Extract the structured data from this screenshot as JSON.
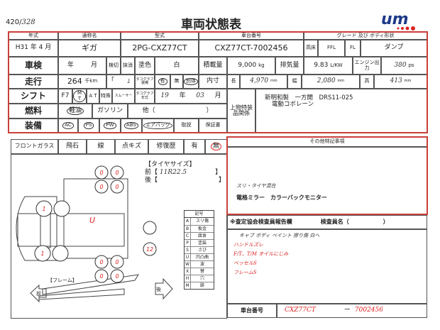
{
  "header": {
    "ref_printed": "420/",
    "ref_hand": "328",
    "title": "車両状態表",
    "logo_text": "um"
  },
  "colors": {
    "frame": "#c9403a",
    "ink_red": "#d22222"
  },
  "top": {
    "h_year": "年式",
    "h_name": "通称名",
    "h_model": "型式",
    "h_chassis": "車台番号",
    "h_grade": "グレード 及び ボディ形状",
    "year": "H31 年 4 月",
    "name": "ギガ",
    "model": "2PG-CXZ77CT",
    "chassis": "CXZ77CT-7002456",
    "takayuka": "高床",
    "ffl": "FFL",
    "fl": "FL",
    "body": "ダンプ",
    "inspection": {
      "label": "車検",
      "year": "年",
      "month": "月",
      "kengiri": "検切",
      "massho": "抹消",
      "color_label": "塗色",
      "color": "白",
      "load_label": "積載量",
      "load": "9,000",
      "load_unit": "kg",
      "disp_label": "排気量",
      "disp": "9.83",
      "disp_unit": "L/KW",
      "power_label": "エンジン出力",
      "power": "380",
      "power_unit": "ps"
    },
    "mileage": {
      "label": "走行",
      "value": "264",
      "unit": "千km",
      "bracket": "「　　」",
      "tacho_label": "タコグラフ装備",
      "ari": "有",
      "nashi": "無",
      "betsu": "別体",
      "inner_label": "内寸",
      "len_label": "長",
      "len": "4,970",
      "wid_label": "幅",
      "wid": "2,080",
      "hei_label": "高",
      "hei": "413",
      "mm": "mm"
    },
    "shift": {
      "label": "シフト",
      "f": "F7",
      "mt": "M T",
      "at": "A T",
      "special": "特殊",
      "smoother": "スムーサー",
      "tacho_year_label": "タコグラフ年式",
      "tacho_year": "19",
      "year": "年",
      "tacho_month": "03",
      "month": "月"
    },
    "fuel": {
      "label": "燃料",
      "diesel": "軽油",
      "gasoline": "ガソリン",
      "other": "他（　　　　　　　　）"
    },
    "equip": {
      "label": "装備",
      "items": [
        "AC",
        "PS",
        "PW",
        "ABS",
        "エアバッグ",
        "取説",
        "保証書"
      ]
    },
    "upper": {
      "label": "上物特装品関係",
      "line1": "新明和製　一方開　DRS11-025",
      "line2": "電動コボレーン"
    }
  },
  "glass": {
    "label": "フロントガラス",
    "chip": "飛石",
    "line": "線",
    "point": "点キズ",
    "repair": "修復歴",
    "ari": "有",
    "nashi": "無"
  },
  "diagram": {
    "tire_title": "【タイヤサイズ】",
    "front_label": "前【",
    "front": "11R22.5",
    "rear_label": "後【",
    "close": "】",
    "body_mark": "U",
    "frame_title": "【フレーム】",
    "front_arrow": "前",
    "rear_arrow": "後",
    "tire_marks": [
      "0",
      "0",
      "0",
      "0",
      "1",
      "12",
      "1",
      "0",
      "0",
      "0",
      "0"
    ],
    "legend_title": "記号",
    "legend": [
      [
        "A",
        "スリ傷"
      ],
      [
        "B",
        "板金"
      ],
      [
        "C",
        "腐食"
      ],
      [
        "P",
        "塗装"
      ],
      [
        "S",
        "さび"
      ],
      [
        "U",
        "凹凸曲"
      ],
      [
        "W",
        "波"
      ],
      [
        "X",
        "替"
      ],
      [
        "H",
        "穴"
      ],
      [
        "M",
        "跡"
      ]
    ]
  },
  "notes": {
    "title": "その他特記事項",
    "hand": "スリ・タイヤ混在",
    "line": "電格ミラー　カラーバックモニター"
  },
  "report": {
    "title": "※査定協会検査員報告欄",
    "inspector_label": "検査員名（　　　　　　）",
    "lines": [
      "キャブ ボディ ペイント 擦り傷 白ヘ",
      "ハンドルズレ",
      "F/T、T/M オイルにじみ",
      "ベッセルS",
      "フレームS"
    ]
  },
  "chassis_row": {
    "label": "車台番号",
    "value1": "CXZ77CT",
    "dash": "ー",
    "value2": "7002456"
  }
}
